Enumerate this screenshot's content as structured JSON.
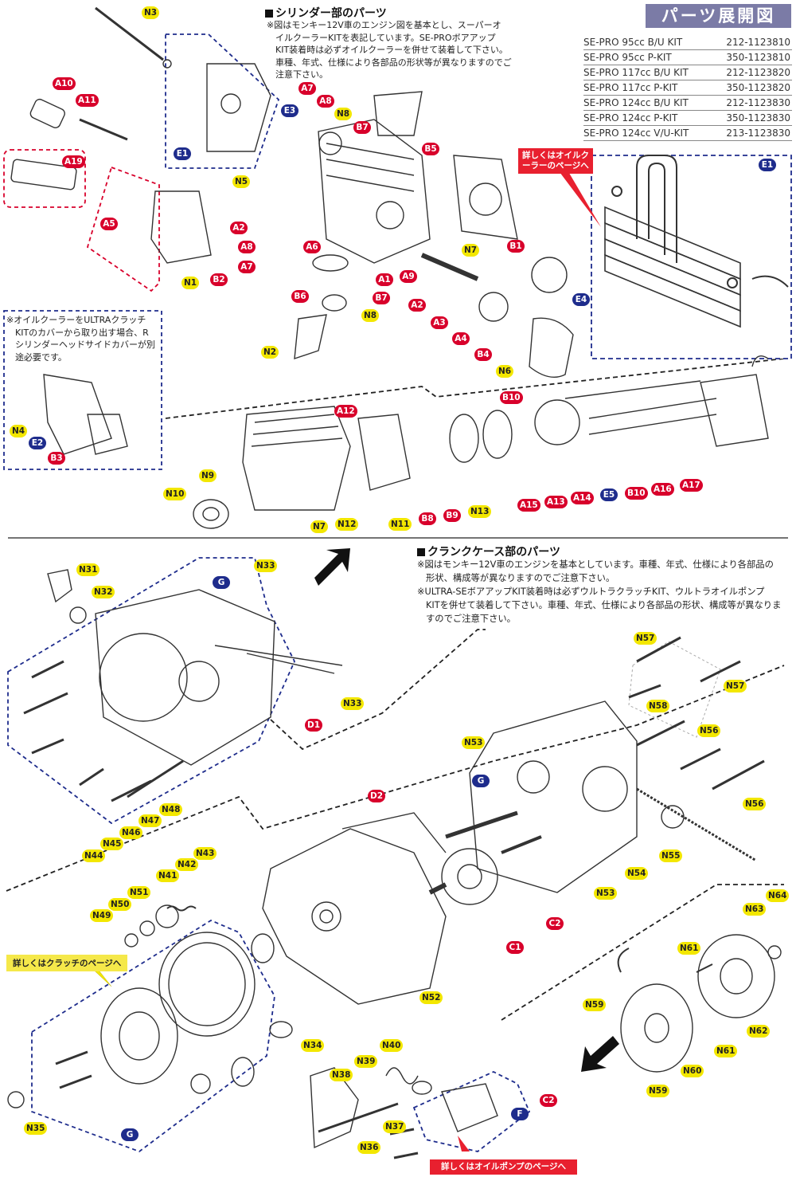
{
  "header": {
    "banner": "パーツ展開図",
    "kits": [
      {
        "name": "SE-PRO 95cc B/U KIT",
        "code": "212-1123810"
      },
      {
        "name": "SE-PRO 95cc P-KIT",
        "code": "350-1123810"
      },
      {
        "name": "SE-PRO 117cc B/U KIT",
        "code": "212-1123820"
      },
      {
        "name": "SE-PRO 117cc P-KIT",
        "code": "350-1123820"
      },
      {
        "name": "SE-PRO 124cc B/U KIT",
        "code": "212-1123830"
      },
      {
        "name": "SE-PRO 124cc P-KIT",
        "code": "350-1123830"
      },
      {
        "name": "SE-PRO 124cc V/U-KIT",
        "code": "213-1123830"
      }
    ]
  },
  "cylinder": {
    "title": "シリンダー部のパーツ",
    "note": [
      "※図はモンキー12V車のエンジン図を基本とし、スーパーオ",
      "イルクーラーKITを表記しています。SE-PROボアアップ",
      "KIT装着時は必ずオイルクーラーを併せて装着して下さい。",
      "車種、年式、仕様により各部品の形状等が異なりますのでご",
      "注意下さい。"
    ],
    "side_note": [
      "※オイルクーラーをULTRAクラッチ",
      "KITのカバーから取り出す場合、R",
      "シリンダーヘッドサイドカバーが別",
      "途必要です。"
    ],
    "callout_oilcooler": [
      "詳しくはオイルク",
      "ーラーのページへ"
    ]
  },
  "crankcase": {
    "title": "クランクケース部のパーツ",
    "note": [
      "※図はモンキー12V車のエンジンを基本としています。車種、年式、仕様により各部品の",
      "形状、構成等が異なりますのでご注意下さい。",
      "※ULTRA-SEボアアップKIT装着時は必ずウルトラクラッチKIT、ウルトラオイルポンプ",
      "KITを併せて装着して下さい。車種、年式、仕様により各部品の形状、構成等が異なりま",
      "すのでご注意下さい。"
    ],
    "callout_clutch": "詳しくはクラッチのページへ",
    "callout_pump": "詳しくはオイルポンプのページへ"
  },
  "labels": {
    "N3": "N3",
    "A10": "A10",
    "A11": "A11",
    "A19": "A19",
    "E1a": "E1",
    "E3": "E3",
    "A7a": "A7",
    "A8a": "A8",
    "N8a": "N8",
    "B7a": "B7",
    "B5": "B5",
    "N5": "N5",
    "A2a": "A2",
    "A5": "A5",
    "A8b": "A8",
    "A7b": "A7",
    "A6": "A6",
    "N1": "N1",
    "B2": "B2",
    "B1": "B1",
    "N7a": "N7",
    "A1": "A1",
    "A9": "A9",
    "B7b": "B7",
    "B6": "B6",
    "N8b": "N8",
    "A2b": "A2",
    "A3": "A3",
    "A4": "A4",
    "B4": "B4",
    "N6": "N6",
    "E4": "E4",
    "E1b": "E1",
    "N2": "N2",
    "N4": "N4",
    "E2": "E2",
    "B3": "B3",
    "A12": "A12",
    "B10a": "B10",
    "N9": "N9",
    "N10": "N10",
    "N7b": "N7",
    "N12": "N12",
    "N11": "N11",
    "B8": "B8",
    "B9": "B9",
    "N13": "N13",
    "A15": "A15",
    "A13": "A13",
    "A14": "A14",
    "E5": "E5",
    "B10b": "B10",
    "A16": "A16",
    "A17": "A17",
    "N31": "N31",
    "N32": "N32",
    "G1": "G",
    "N33a": "N33",
    "N33b": "N33",
    "D1": "D1",
    "N57a": "N57",
    "N57b": "N57",
    "N58": "N58",
    "N56a": "N56",
    "N56b": "N56",
    "N53a": "N53",
    "G2": "G",
    "D2": "D2",
    "N48": "N48",
    "N47": "N47",
    "N46": "N46",
    "N45": "N45",
    "N44": "N44",
    "N43": "N43",
    "N42": "N42",
    "N41": "N41",
    "N51": "N51",
    "N50": "N50",
    "N49": "N49",
    "N54": "N54",
    "N55": "N55",
    "N53b": "N53",
    "C2a": "C2",
    "C1": "C1",
    "N52": "N52",
    "N64": "N64",
    "N63": "N63",
    "N61a": "N61",
    "N59a": "N59",
    "N62": "N62",
    "N61b": "N61",
    "N60": "N60",
    "N59b": "N59",
    "N34": "N34",
    "N40": "N40",
    "N39": "N39",
    "N38": "N38",
    "C2b": "C2",
    "F": "F",
    "N37": "N37",
    "N36": "N36",
    "N35": "N35",
    "G3": "G"
  }
}
